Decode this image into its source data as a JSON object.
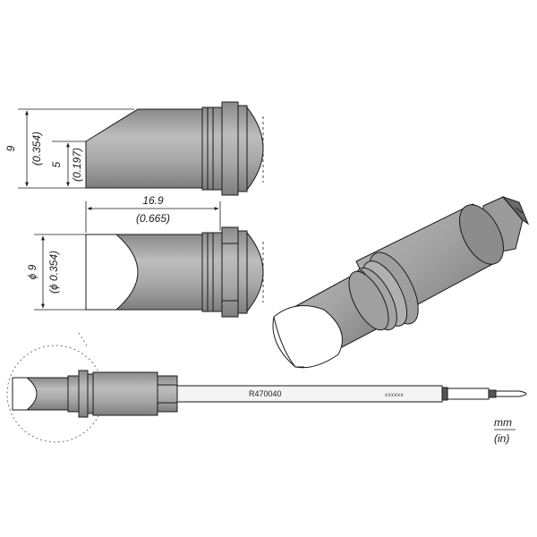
{
  "dimensions": {
    "height_total_mm": "9",
    "height_total_in": "(0.354)",
    "height_tip_mm": "5",
    "height_tip_in": "(0.197)",
    "length_mm": "16.9",
    "length_in": "(0.665)",
    "diameter_mm": "ϕ 9",
    "diameter_in": "(ϕ 0.354)"
  },
  "part": {
    "number": "R470040",
    "marking": "xxxxxx"
  },
  "units": {
    "primary": "mm",
    "secondary": "(in)"
  },
  "colors": {
    "body": "#a3a3a3",
    "body_dark": "#7a7a7a",
    "body_light": "#c4c4c4",
    "tip_face": "#ffffff",
    "outline": "#1a1a1a"
  }
}
